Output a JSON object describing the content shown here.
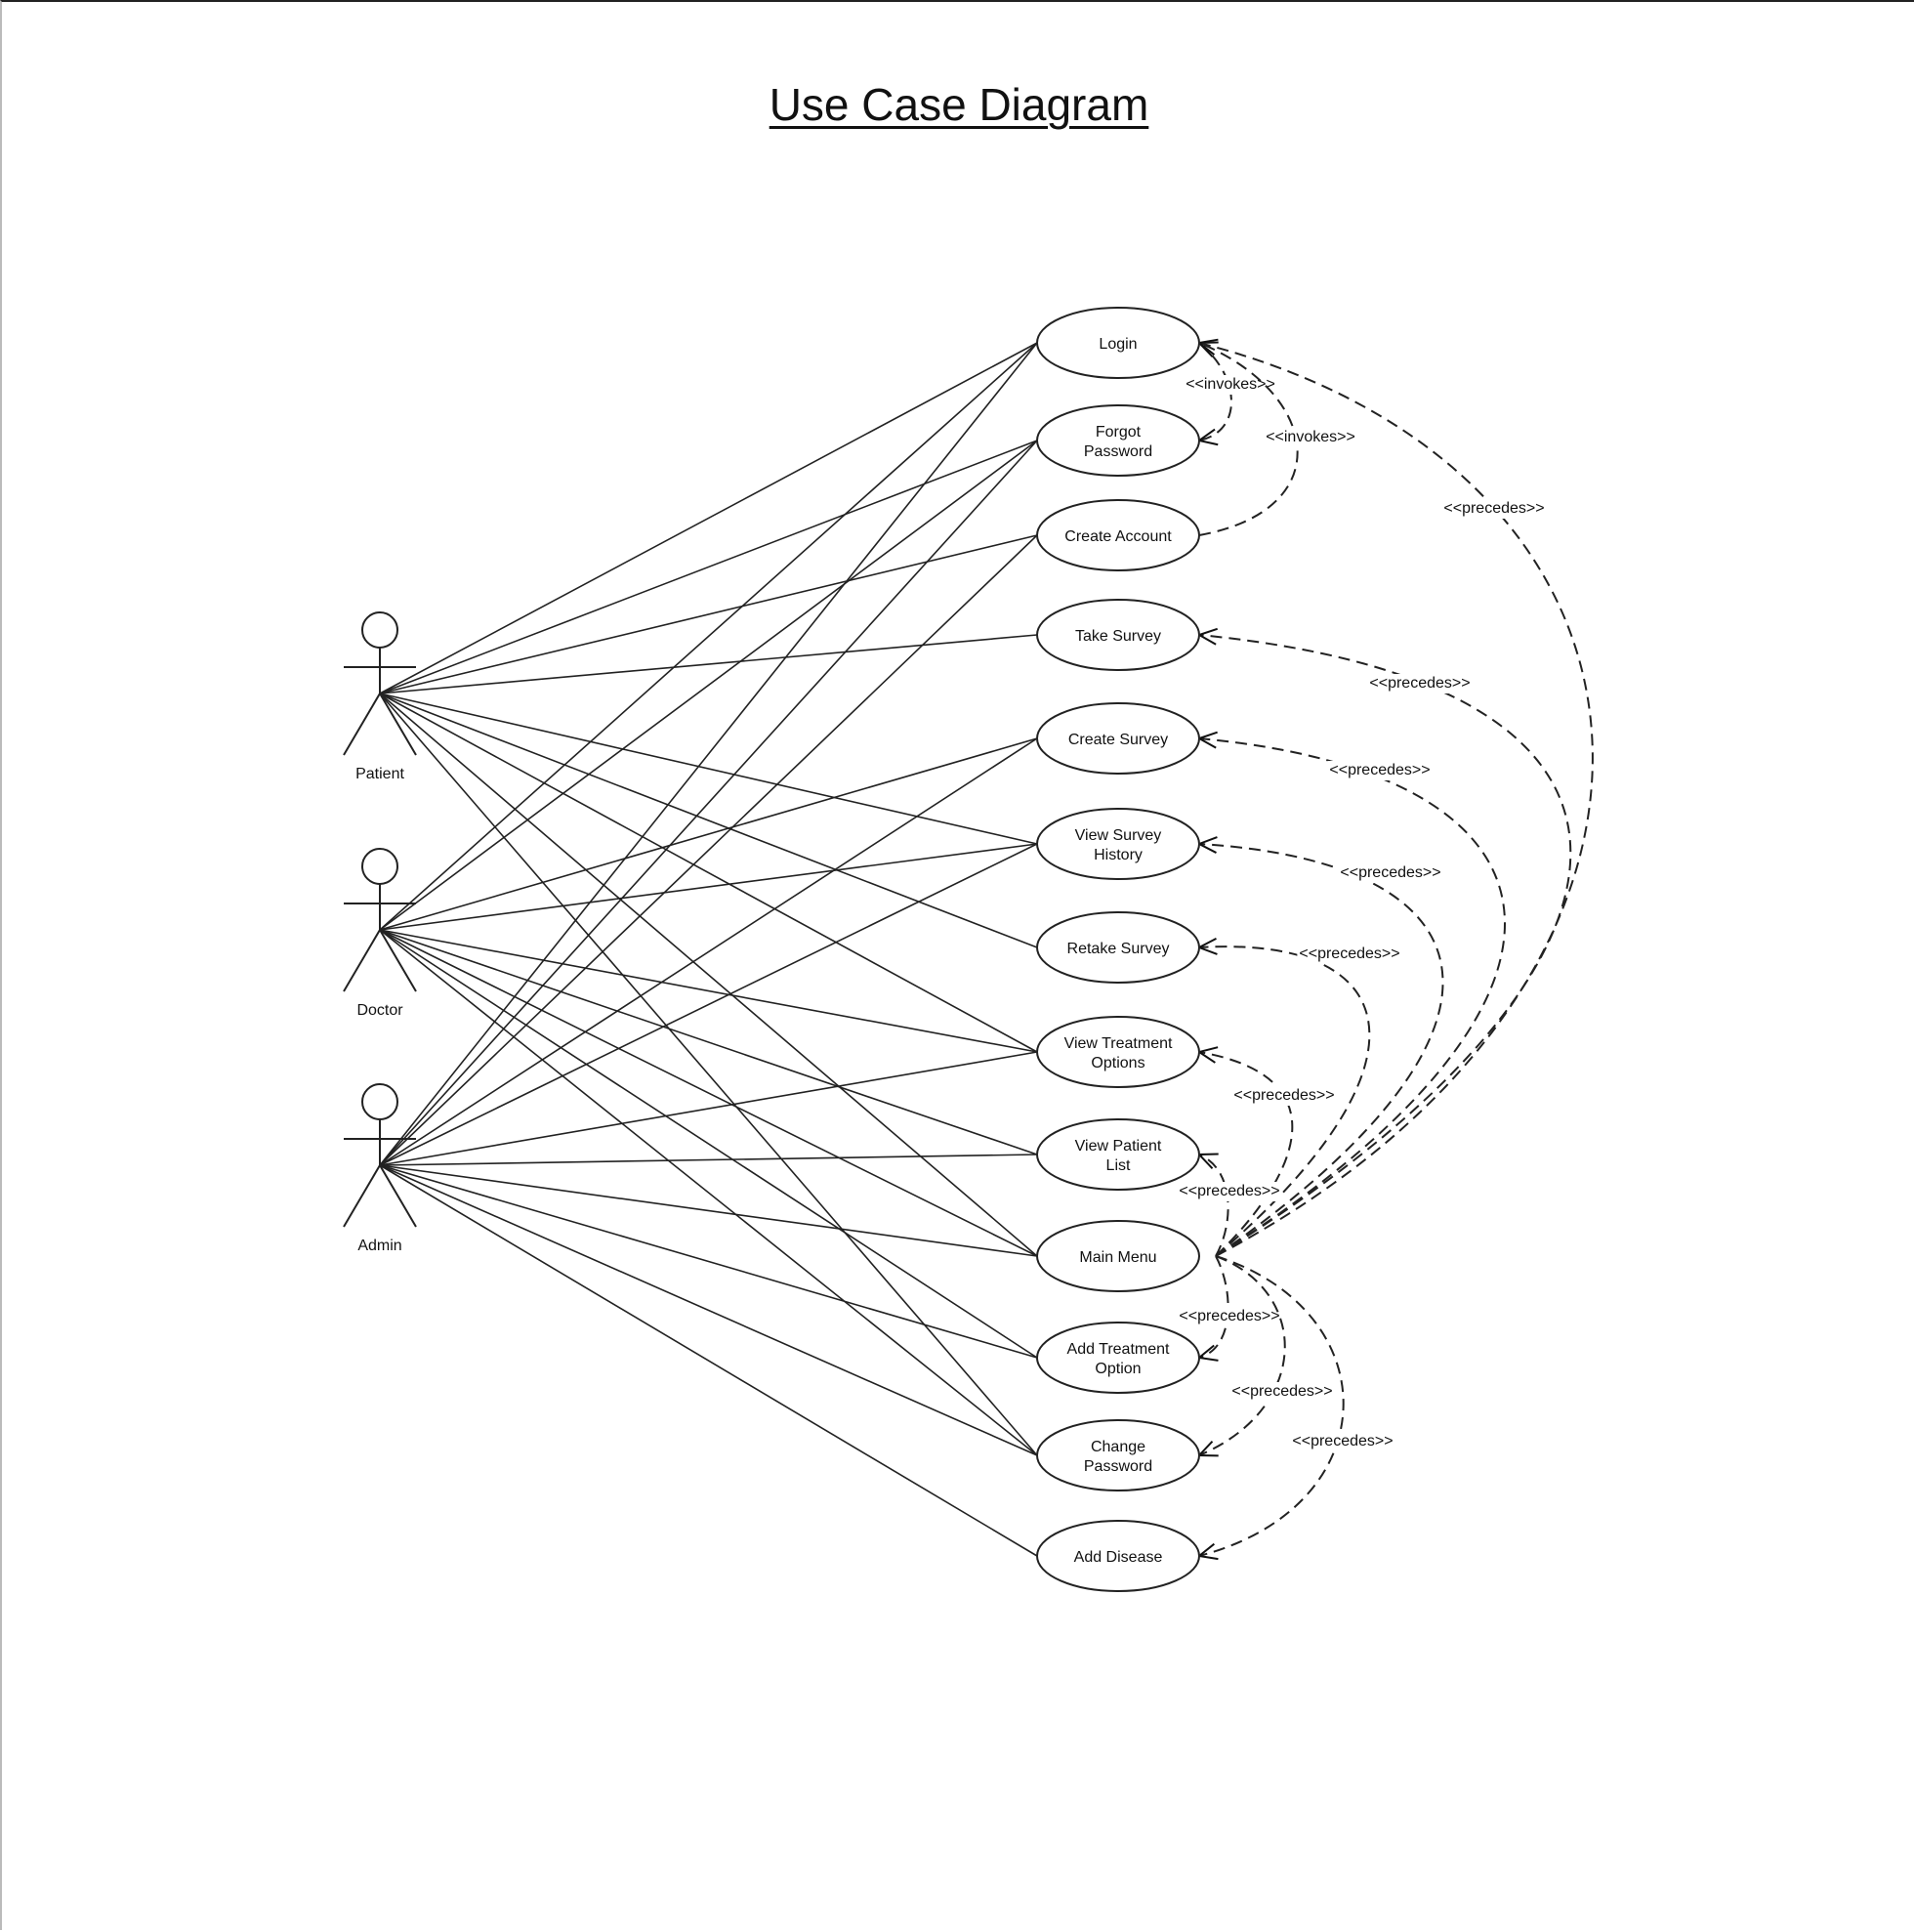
{
  "title": "Use Case Diagram",
  "actors": [
    {
      "id": "patient",
      "label": "Patient"
    },
    {
      "id": "doctor",
      "label": "Doctor"
    },
    {
      "id": "admin",
      "label": "Admin"
    }
  ],
  "use_cases": [
    {
      "id": "login",
      "lines": [
        "Login"
      ]
    },
    {
      "id": "forgot_password",
      "lines": [
        "Forgot",
        "Password"
      ]
    },
    {
      "id": "create_account",
      "lines": [
        "Create Account"
      ]
    },
    {
      "id": "take_survey",
      "lines": [
        "Take Survey"
      ]
    },
    {
      "id": "create_survey",
      "lines": [
        "Create Survey"
      ]
    },
    {
      "id": "view_survey_history",
      "lines": [
        "View Survey",
        "History"
      ]
    },
    {
      "id": "retake_survey",
      "lines": [
        "Retake Survey"
      ]
    },
    {
      "id": "view_treatment_options",
      "lines": [
        "View Treatment",
        "Options"
      ]
    },
    {
      "id": "view_patient_list",
      "lines": [
        "View Patient",
        "List"
      ]
    },
    {
      "id": "main_menu",
      "lines": [
        "Main Menu"
      ]
    },
    {
      "id": "add_treatment_option",
      "lines": [
        "Add Treatment",
        "Option"
      ]
    },
    {
      "id": "change_password",
      "lines": [
        "Change",
        "Password"
      ]
    },
    {
      "id": "add_disease",
      "lines": [
        "Add Disease"
      ]
    }
  ],
  "associations": {
    "patient": [
      "login",
      "forgot_password",
      "create_account",
      "take_survey",
      "view_survey_history",
      "retake_survey",
      "view_treatment_options",
      "main_menu",
      "change_password"
    ],
    "doctor": [
      "login",
      "forgot_password",
      "create_survey",
      "view_survey_history",
      "view_treatment_options",
      "view_patient_list",
      "main_menu",
      "add_treatment_option",
      "change_password"
    ],
    "admin": [
      "login",
      "forgot_password",
      "create_account",
      "create_survey",
      "view_survey_history",
      "view_treatment_options",
      "view_patient_list",
      "main_menu",
      "add_treatment_option",
      "change_password",
      "add_disease"
    ]
  },
  "dependencies": [
    {
      "from": "login",
      "to": "forgot_password",
      "label": "<<invokes>>"
    },
    {
      "from": "create_account",
      "to": "login",
      "label": "<<invokes>>"
    },
    {
      "from": "main_menu",
      "to": "login",
      "label": "<<precedes>>"
    },
    {
      "from": "main_menu",
      "to": "take_survey",
      "label": "<<precedes>>"
    },
    {
      "from": "main_menu",
      "to": "create_survey",
      "label": "<<precedes>>"
    },
    {
      "from": "main_menu",
      "to": "view_survey_history",
      "label": "<<precedes>>"
    },
    {
      "from": "main_menu",
      "to": "retake_survey",
      "label": "<<precedes>>"
    },
    {
      "from": "main_menu",
      "to": "view_treatment_options",
      "label": "<<precedes>>"
    },
    {
      "from": "main_menu",
      "to": "view_patient_list",
      "label": "<<precedes>>"
    },
    {
      "from": "main_menu",
      "to": "add_treatment_option",
      "label": "<<precedes>>"
    },
    {
      "from": "main_menu",
      "to": "change_password",
      "label": "<<precedes>>"
    },
    {
      "from": "main_menu",
      "to": "add_disease",
      "label": "<<precedes>>"
    }
  ]
}
